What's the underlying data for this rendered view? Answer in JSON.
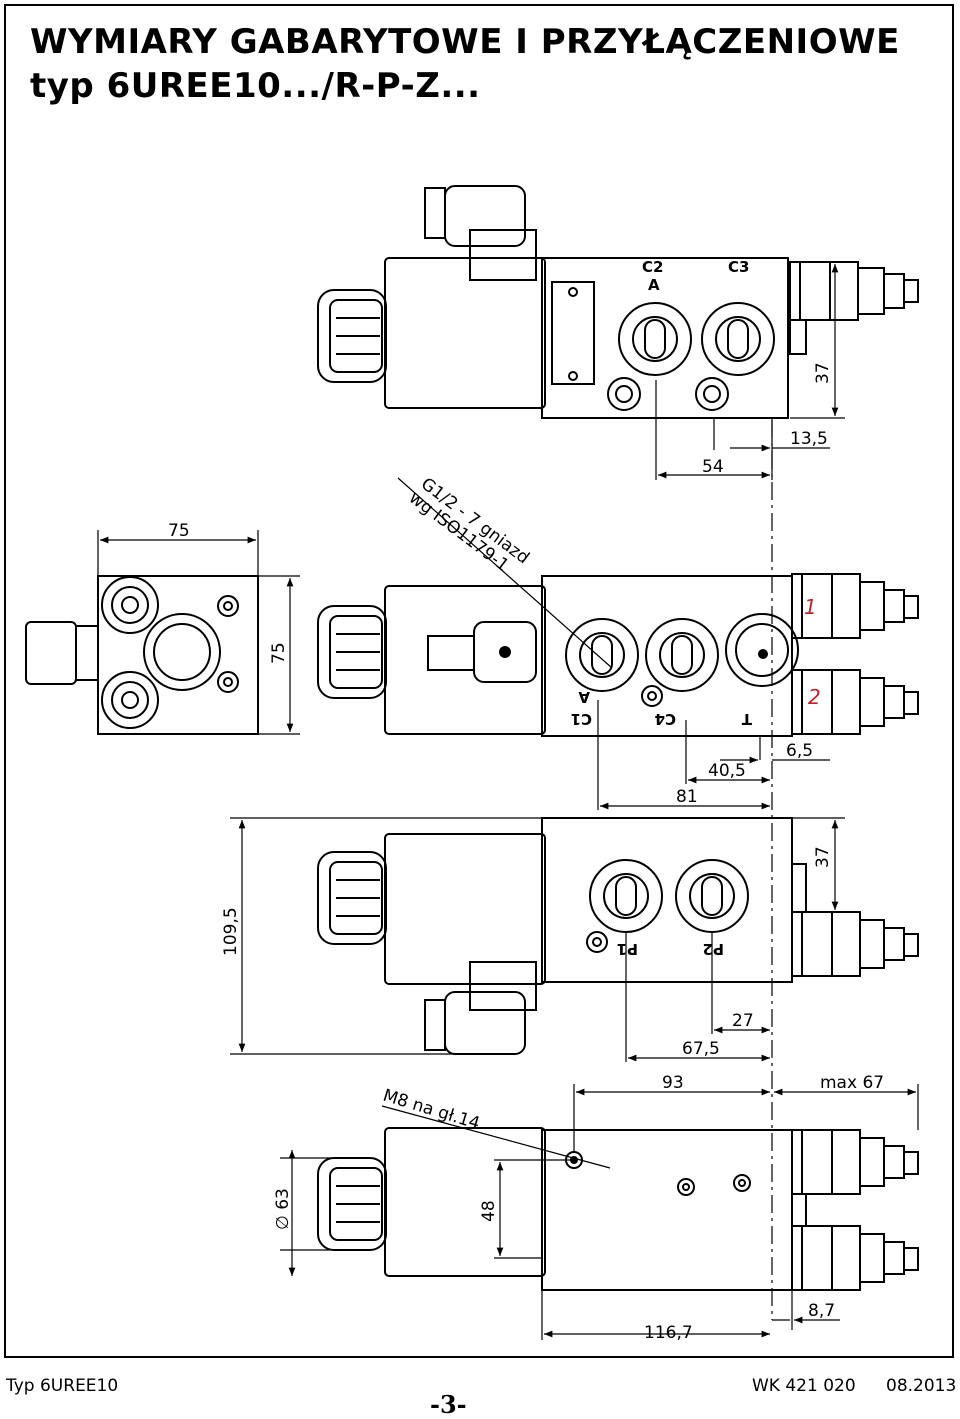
{
  "title": {
    "line1": "WYMIARY GABARYTOWE I PRZYŁĄCZENIOWE",
    "line2": "typ 6UREE10.../R-P-Z..."
  },
  "views": {
    "top": {
      "port_labels": [
        "C2",
        "A",
        "C3"
      ],
      "dims": {
        "d37": "37",
        "d13_5": "13,5",
        "d54": "54"
      }
    },
    "side": {
      "dims": {
        "d75_w": "75",
        "d75_h": "75"
      }
    },
    "front": {
      "port_labels": [
        "C1",
        "A",
        "C4",
        "T"
      ],
      "markers": [
        "1",
        "2"
      ],
      "note_line1": "G1/2 - 7 gniazd",
      "note_line2": "wg ISO1179-1",
      "dims": {
        "d6_5": "6,5",
        "d40_5": "40,5",
        "d81": "81"
      }
    },
    "bottom": {
      "port_labels": [
        "P1",
        "P2"
      ],
      "dims": {
        "d109_5": "109,5",
        "d37": "37",
        "d27": "27",
        "d67_5": "67,5"
      }
    },
    "back": {
      "note": "M8 na gł.14",
      "dims": {
        "d93": "93",
        "dmax67": "max 67",
        "d63": "63",
        "d48": "48",
        "d116_7": "116,7",
        "d8_7": "8,7"
      }
    }
  },
  "footer": {
    "type": "Typ 6UREE10",
    "page": "-3-",
    "doc": "WK 421 020",
    "date": "08.2013"
  },
  "colors": {
    "line": "#000000",
    "marker": "#c0222b",
    "background": "#ffffff"
  }
}
